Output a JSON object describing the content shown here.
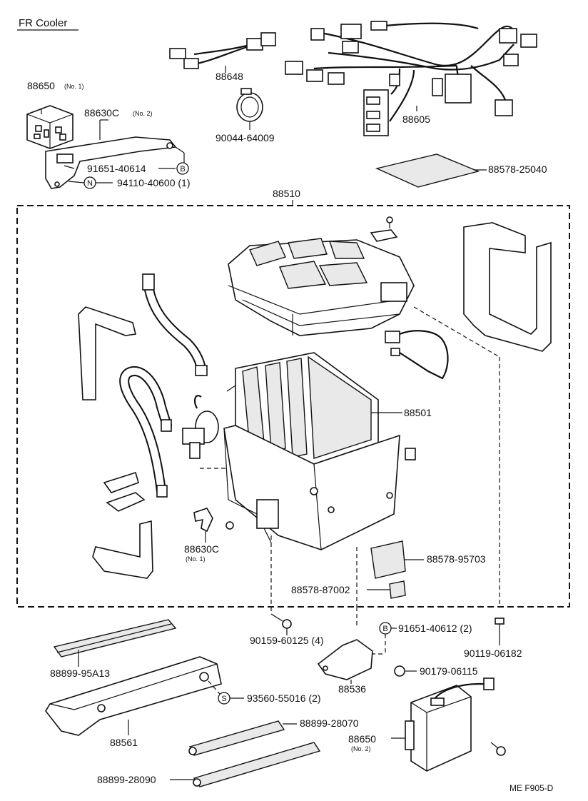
{
  "title": "FR Cooler",
  "figure_code": "ME F905-D",
  "parts": {
    "p88650_1": "88650",
    "p88650_1_note": "(No. 1)",
    "p88630c_2": "88630C",
    "p88630c_2_note": "(No. 2)",
    "p91651_40614": "91651-40614",
    "p94110_40600": "94110-40600 (1)",
    "p88648": "88648",
    "p90044_64009": "90044-64009",
    "p88605": "88605",
    "p88578_25040": "88578-25040",
    "p88510": "88510",
    "p88501": "88501",
    "p88578_95703": "88578-95703",
    "p88578_87002": "88578-87002",
    "p88630c_1": "88630C",
    "p88630c_1_note": "(No. 1)",
    "p90159_60125": "90159-60125 (4)",
    "p91651_40612": "91651-40612 (2)",
    "p90119_06182": "90119-06182",
    "p88536": "88536",
    "p90179_06115": "90179-06115",
    "p88899_95a13": "88899-95A13",
    "p93560_55016": "93560-55016 (2)",
    "p88561": "88561",
    "p88899_28070": "88899-28070",
    "p88650_2": "88650",
    "p88650_2_note": "(No. 2)",
    "p88899_28090": "88899-28090"
  },
  "badges": {
    "b": "B",
    "n": "N",
    "s": "S"
  },
  "icons": {
    "relay": "relay-icon",
    "bracket": "bracket-icon",
    "harness": "wire-harness-icon",
    "clamp": "clamp-icon",
    "evaporator": "evaporator-icon",
    "case": "cooler-case-icon",
    "hose": "hose-icon",
    "screw": "screw-icon",
    "amplifier": "amplifier-icon",
    "seal": "seal-strip-icon",
    "insulator": "insulator-icon"
  }
}
